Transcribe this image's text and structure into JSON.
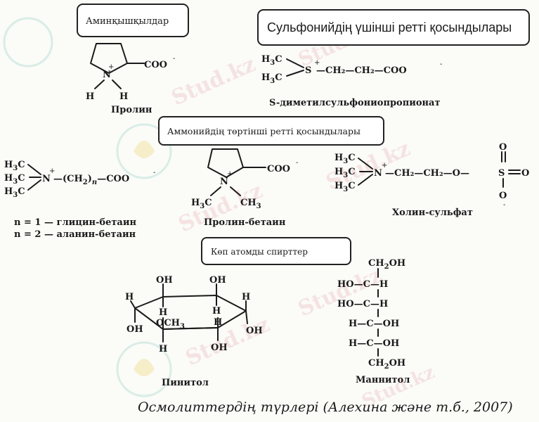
{
  "watermark": "Stud.kz",
  "section_amino_acids": "Аминқышқылдар",
  "section_sulfonium": "Сульфонийдің үшінші ретті  қосындылары",
  "section_ammonium": "Аммонийдің төртінші ретті қосындылары",
  "section_polyols": "Көп атомды спирттер",
  "compound_proline": "Пролин",
  "compound_dmsp": "S-диметилсульфониопропионат",
  "compound_proline_betaine": "Пролин-бетаин",
  "compound_choline_sulfate": "Холин-сульфат",
  "compound_pinitol": "Пинитол",
  "compound_mannitol": "Маннитол",
  "betaine_n1": "n = 1 — глицин-бетаин",
  "betaine_n2": "n = 2 — аланин-бетаин",
  "formula_coo": "COO",
  "formula_dmsp_chain": "—CH₂—CH₂—COO",
  "formula_choline_chain": "—CH₂—CH₂—O—",
  "caption": "Осмолиттердің түрлері (Алехина және т.б., 2007)"
}
